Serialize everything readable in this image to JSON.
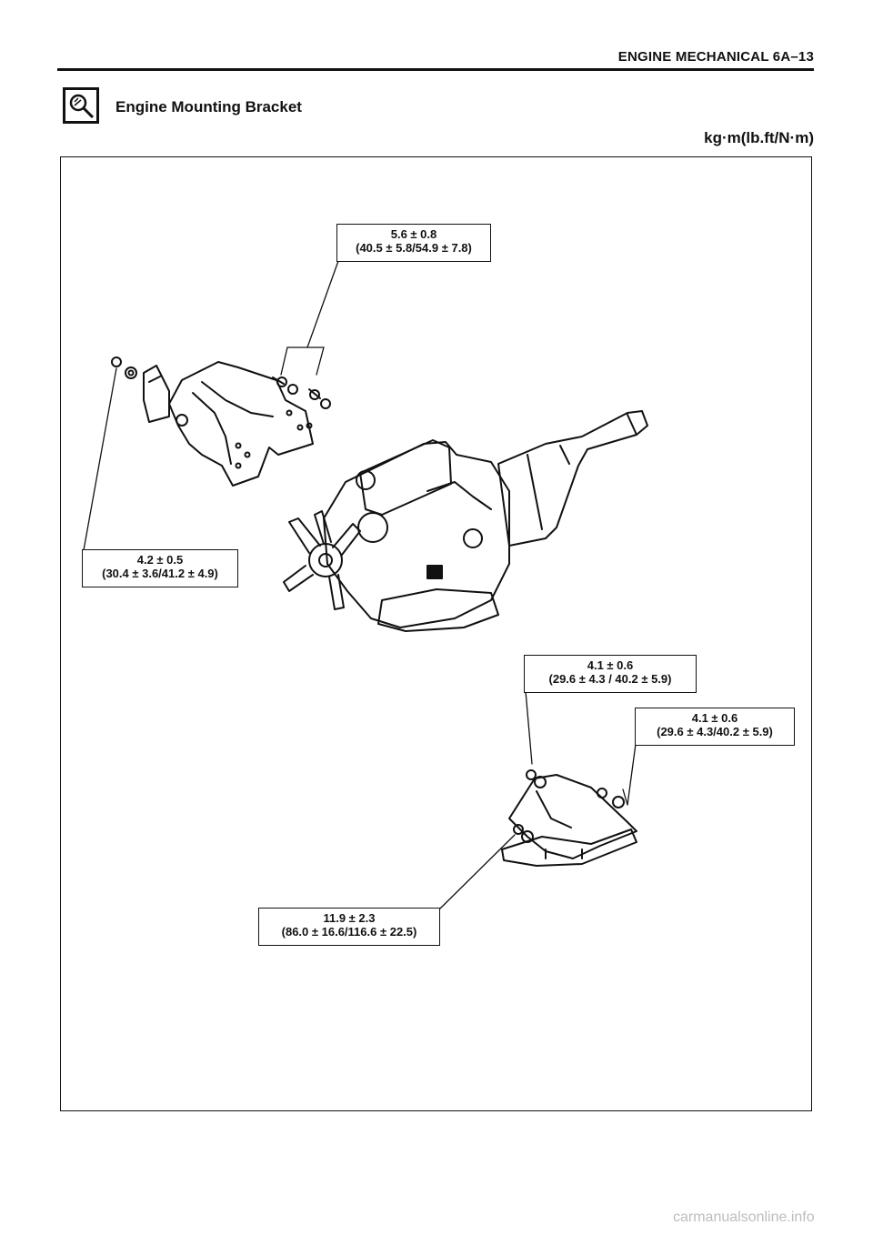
{
  "header": {
    "title": "ENGINE MECHANICAL 6A–13"
  },
  "section": {
    "title": "Engine Mounting Bracket",
    "icon": "inspection-magnifier-icon",
    "units": "kg·m(lb.ft/N·m)"
  },
  "callouts": {
    "top_bolts": {
      "line1": "5.6 ± 0.8",
      "line2": "(40.5 ± 5.8/54.9 ± 7.8)"
    },
    "left_bolt": {
      "line1": "4.2 ± 0.5",
      "line2": "(30.4 ± 3.6/41.2 ± 4.9)"
    },
    "rear_bolt_a": {
      "line1": "4.1 ± 0.6",
      "line2": "(29.6 ± 4.3 / 40.2 ± 5.9)"
    },
    "rear_bolt_b": {
      "line1": "4.1 ± 0.6",
      "line2": "(29.6 ± 4.3/40.2 ± 5.9)"
    },
    "rear_mount_bolt": {
      "line1": "11.9 ± 2.3",
      "line2": "(86.0 ± 16.6/116.6 ± 22.5)"
    }
  },
  "footer": {
    "watermark": "carmanualsonline.info"
  }
}
